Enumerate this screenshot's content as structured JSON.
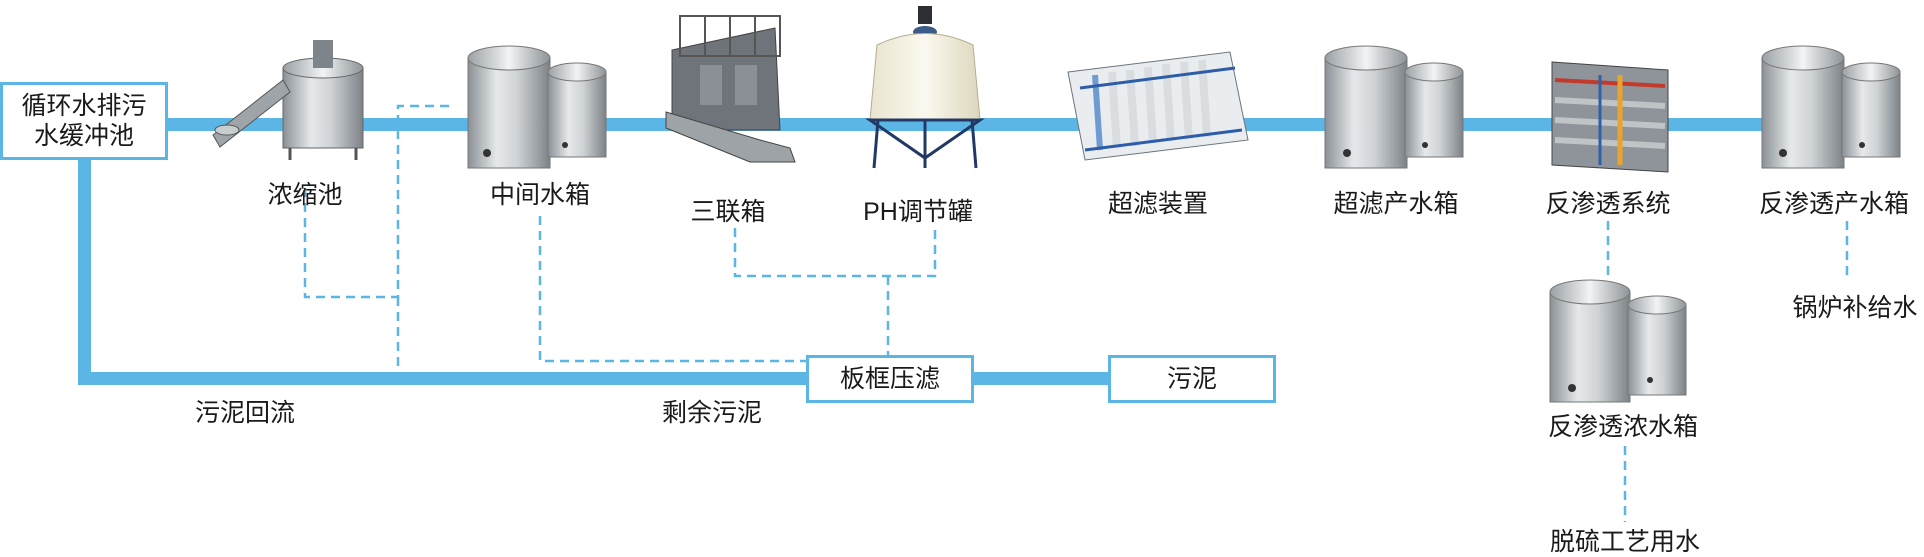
{
  "colors": {
    "main_pipe": "#5bb6e6",
    "dashed_line": "#5bb6e6",
    "box_border": "#5bb6e6",
    "text": "#1a1a1a"
  },
  "boxes": {
    "buffer_tank": {
      "line1": "循环水排污",
      "line2": "水缓冲池"
    },
    "plate_filter": "板框压滤",
    "sludge": "污泥"
  },
  "equipment": {
    "thickener": "浓缩池",
    "intermediate_tank": "中间水箱",
    "triple_tank": "三联箱",
    "ph_tank": "PH调节罐",
    "uf_device": "超滤装置",
    "uf_water_tank": "超滤产水箱",
    "ro_system": "反渗透系统",
    "ro_water_tank": "反渗透产水箱",
    "ro_concentrate_tank": "反渗透浓水箱"
  },
  "flows": {
    "sludge_return": "污泥回流",
    "excess_sludge": "剩余污泥",
    "boiler_feed": "锅炉补给水",
    "desulfurization": "脱硫工艺用水"
  }
}
